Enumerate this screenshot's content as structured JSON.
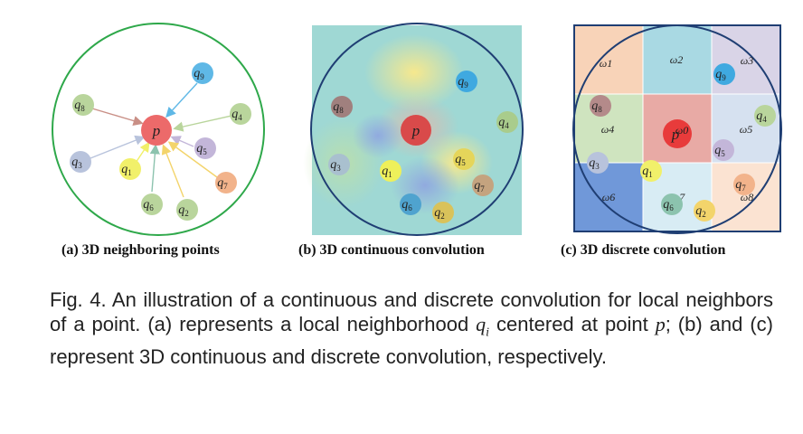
{
  "subcaptions": {
    "a": "(a)  3D neighboring points",
    "b": "(b) 3D continuous convolution",
    "c": "(c) 3D discrete convolution"
  },
  "caption": {
    "part1": "Fig. 4. An illustration of a continuous and discrete convolution for local neighbors of a point. (a) represents a local neighborhood ",
    "qi": "q",
    "qi_sub": "i",
    "part2": " centered at point ",
    "p": "p",
    "part3": "; (b) and (c) represent 3D continuous and discrete convolution, respectively."
  },
  "labels": {
    "p": "p",
    "q1": "1",
    "q2": "2",
    "q3": "3",
    "q4": "4",
    "q5": "5",
    "q6": "6",
    "q7": "7",
    "q8": "8",
    "q9": "9",
    "q": "q",
    "w0": "ω0",
    "w1": "ω1",
    "w2": "ω2",
    "w3": "ω3",
    "w4": "ω4",
    "w5": "ω5",
    "w6": "ω6",
    "w7": "ω7",
    "w8": "ω8"
  },
  "colors": {
    "p": "#ec6a6a",
    "q1": "#f1f06a",
    "q2": "#f3d46b",
    "q3": "#b8c3dc",
    "q4": "#b9d59c",
    "q5": "#c3b6d9",
    "q6": "#8cc3ae",
    "q7": "#f2b38b",
    "q8": "#b89694",
    "q9": "#5fb8e6",
    "circle_a": "#2ea84a",
    "circle_bc": "#1f3e73"
  }
}
